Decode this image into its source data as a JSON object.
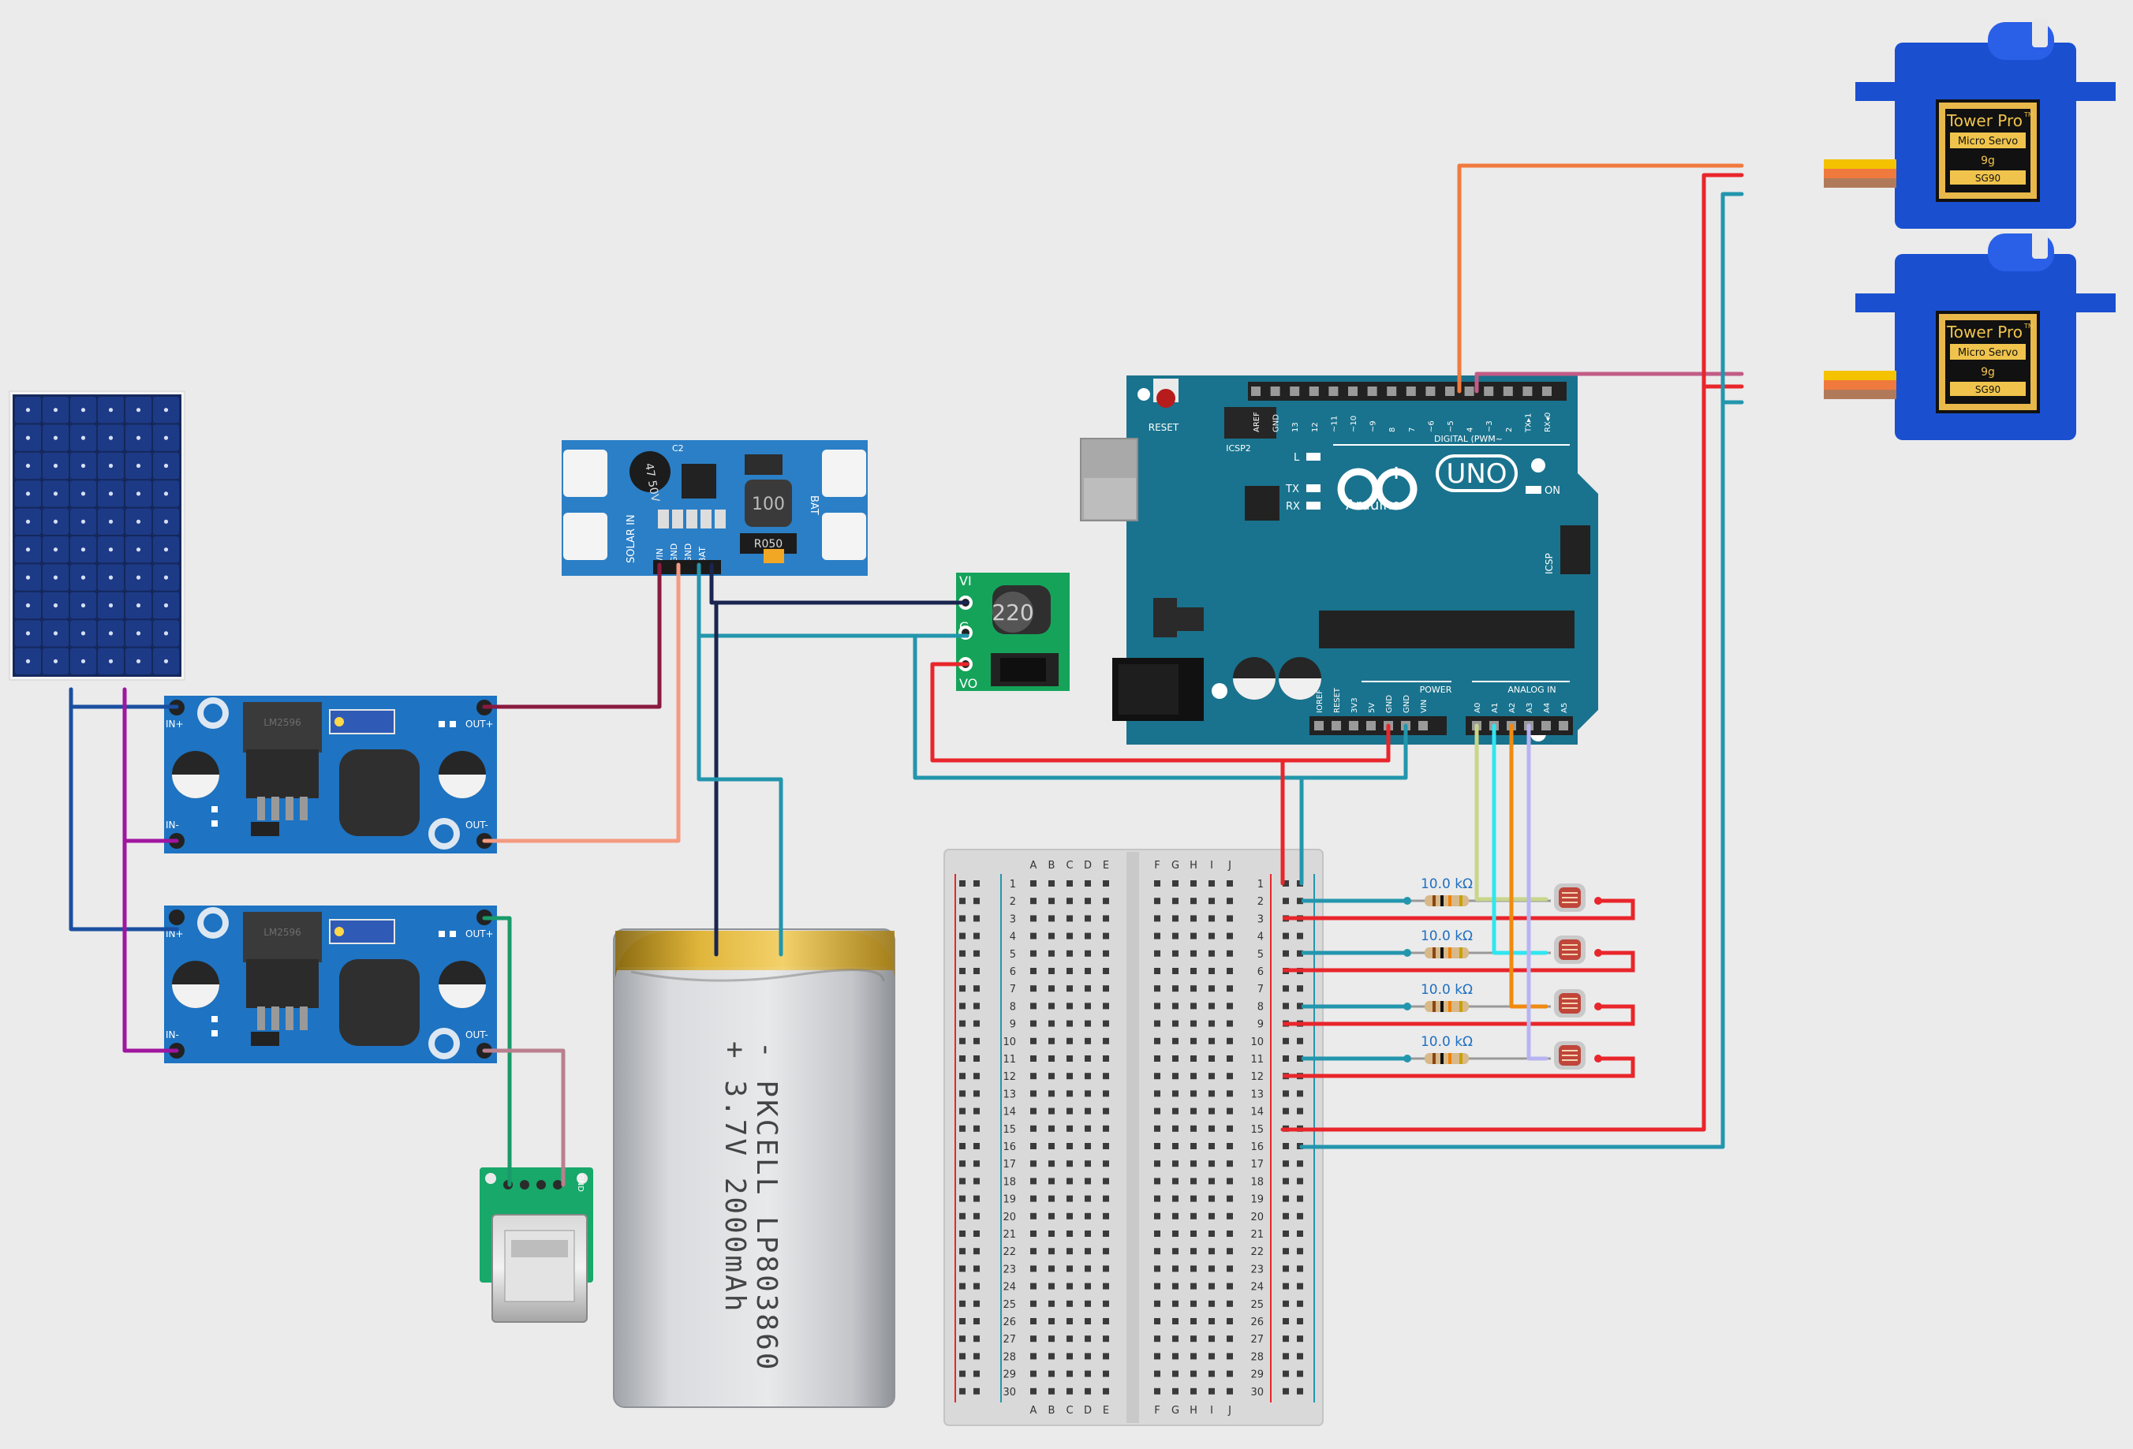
{
  "servos": [
    {
      "brand": "Tower Pro",
      "tm": "TM",
      "line": "Micro Servo",
      "weight": "9g",
      "model": "SG90"
    },
    {
      "brand": "Tower Pro",
      "tm": "TM",
      "line": "Micro Servo",
      "weight": "9g",
      "model": "SG90"
    }
  ],
  "arduino": {
    "reset": "RESET",
    "icsp2": "ICSP2",
    "digital_label": "DIGITAL (PWM~",
    "brand": "Arduino",
    "model": "UNO",
    "on": "ON",
    "l": "L",
    "tx": "TX",
    "rx": "RX",
    "icsp": "ICSP",
    "power_label": "POWER",
    "analog_label": "ANALOG IN",
    "digital_pins": [
      "AREF",
      "GND",
      "13",
      "12",
      "~11",
      "~10",
      "~9",
      "8",
      "7",
      "~6",
      "~5",
      "4",
      "~3",
      "2",
      "TX▸1",
      "RX◂0"
    ],
    "power_pins": [
      "IOREF",
      "RESET",
      "3V3",
      "5V",
      "GND",
      "GND",
      "VIN"
    ],
    "analog_pins": [
      "A0",
      "A1",
      "A2",
      "A3",
      "A4",
      "A5"
    ]
  },
  "charger": {
    "solar_in": "SOLAR IN",
    "bat": "BAT",
    "cap": "47 50V",
    "inductor": "100",
    "resistor": "R050",
    "c2": "C2",
    "pins": [
      "VIN",
      "GND",
      "GND",
      "BAT"
    ]
  },
  "boost": {
    "inductor": "220",
    "pins": [
      "VI",
      "G",
      "VO"
    ]
  },
  "buck": [
    {
      "chip": "LM2596",
      "in_plus": "IN+",
      "in_minus": "IN-",
      "out_plus": "OUT+",
      "out_minus": "OUT-"
    },
    {
      "chip": "LM2596",
      "in_plus": "IN+",
      "in_minus": "IN-",
      "out_plus": "OUT+",
      "out_minus": "OUT-"
    }
  ],
  "battery": {
    "line1": "- PKCELL LP803860",
    "line2": "+ 3.7V 2000mAh"
  },
  "usb": {
    "label": "GND"
  },
  "breadboard": {
    "cols_left": [
      "A",
      "B",
      "C",
      "D",
      "E"
    ],
    "cols_right": [
      "F",
      "G",
      "H",
      "I",
      "J"
    ],
    "rows": [
      "1",
      "2",
      "3",
      "4",
      "5",
      "6",
      "7",
      "8",
      "9",
      "10",
      "11",
      "12",
      "13",
      "14",
      "15",
      "16",
      "17",
      "18",
      "19",
      "20",
      "21",
      "22",
      "23",
      "24",
      "25",
      "26",
      "27",
      "28",
      "29",
      "30"
    ]
  },
  "resistors": [
    "10.0 kΩ",
    "10.0 kΩ",
    "10.0 kΩ",
    "10.0 kΩ"
  ],
  "colors": {
    "board_blue": "#1565c0",
    "arduino_teal": "#19738e",
    "wire_red": "#e8262b",
    "wire_teal": "#2396ad",
    "wire_navy": "#1a2550",
    "wire_maroon": "#8b1a3f",
    "wire_orange": "#f07a3e",
    "wire_purple": "#a0169f",
    "wire_blue": "#1a4fa0",
    "wire_salmon": "#f49a80",
    "wire_green": "#1a9a6a",
    "wire_mauve": "#b9808f",
    "wire_yellow_green": "#c8d68a",
    "wire_cyan": "#30e6f0",
    "wire_amber": "#f08a10",
    "wire_lavender": "#b8b4f2",
    "wire_pink_servo": "#c25c86"
  }
}
